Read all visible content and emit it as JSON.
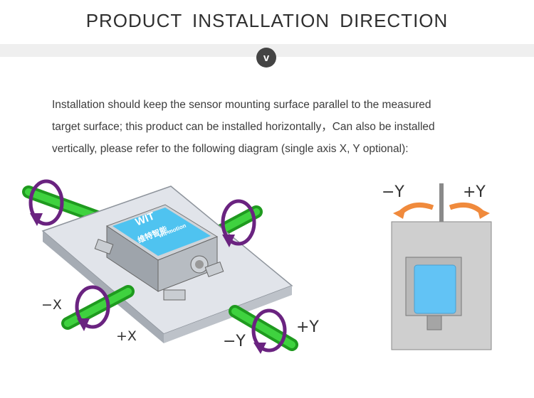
{
  "header": {
    "title": "PRODUCT INSTALLATION DIRECTION",
    "badge_icon": "v"
  },
  "intro": {
    "lines": [
      "Installation should keep the sensor mounting surface parallel to the measured",
      "target surface; this product can be installed horizontally，Can also be installed",
      "vertically, please refer to the following diagram (single axis X, Y optional):"
    ]
  },
  "horizontal_diagram": {
    "labels": {
      "minus_x": "−X",
      "plus_x": "+X",
      "minus_y": "−Y",
      "plus_y": "+Y"
    },
    "device_logo": "WIT",
    "device_brand": "维特智能",
    "device_subtitle": "wit-motion",
    "colors": {
      "axis_green": "#2fbf2f",
      "rotation_purple": "#6a2380",
      "device_blue": "#4fc3f0",
      "plate": "#d7dbe2"
    }
  },
  "vertical_diagram": {
    "labels": {
      "minus_y": "−Y",
      "plus_y": "+Y"
    },
    "colors": {
      "arrow_orange": "#f08a3c",
      "panel": "#c9c9c9",
      "sensor": "#62c3f5"
    }
  }
}
